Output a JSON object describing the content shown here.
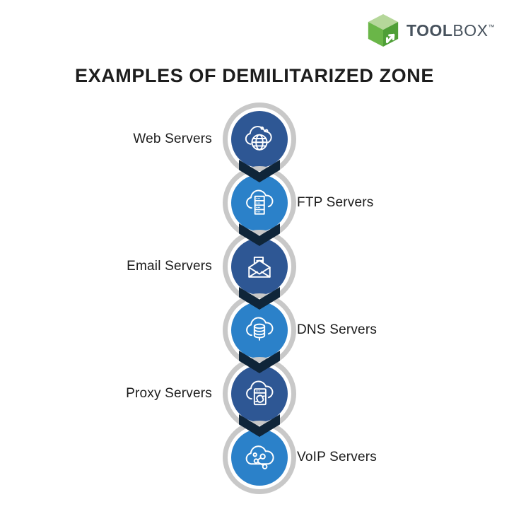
{
  "brand": {
    "name_bold": "TOOL",
    "name_regular": "BOX",
    "trademark": "™"
  },
  "title": "EXAMPLES OF DEMILITARIZED ZONE",
  "items": [
    {
      "label": "Web Servers",
      "side": "left",
      "icon": "globe-cloud-icon",
      "circle_color": "#2e5794"
    },
    {
      "label": "FTP Servers",
      "side": "right",
      "icon": "cloud-server-rack-icon",
      "circle_color": "#2b81c9"
    },
    {
      "label": "Email Servers",
      "side": "left",
      "icon": "email-document-icon",
      "circle_color": "#2e5794"
    },
    {
      "label": "DNS Servers",
      "side": "right",
      "icon": "cloud-database-icon",
      "circle_color": "#2b81c9"
    },
    {
      "label": "Proxy Servers",
      "side": "left",
      "icon": "cloud-browser-sync-icon",
      "circle_color": "#2e5794"
    },
    {
      "label": "VoIP Servers",
      "side": "right",
      "icon": "cloud-network-icon",
      "circle_color": "#2b81c9"
    }
  ],
  "colors": {
    "background": "#ffffff",
    "ring_gray": "#c8c8c8",
    "chevron_navy": "#0f2539",
    "dark_blue": "#2e5794",
    "bright_blue": "#2b81c9",
    "logo_green_top": "#b5d79a",
    "logo_green_left": "#6ab648",
    "logo_green_right": "#4f9f37",
    "logo_text": "#47525d",
    "title_text": "#1d1d1d",
    "label_text": "#1c1c1c"
  }
}
